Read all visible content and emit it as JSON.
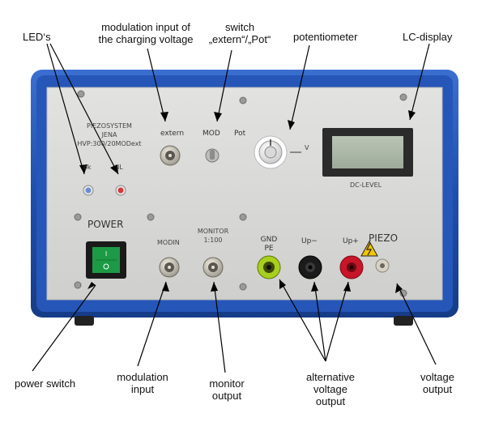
{
  "annotations": {
    "leds": "LED‘s",
    "modulation_charging_line1": "modulation input of",
    "modulation_charging_line2": "the charging voltage",
    "switch_line1": "switch",
    "switch_line2": "„extern“/„Pot“",
    "potentiometer": "potentiometer",
    "lc_display": "LC-display",
    "power_switch": "power switch",
    "modulation_input_line1": "modulation",
    "modulation_input_line2": "input",
    "monitor_output_line1": "monitor",
    "monitor_output_line2": "output",
    "alt_voltage_line1": "alternative",
    "alt_voltage_line2": "voltage",
    "alt_voltage_line3": "output",
    "voltage_output_line1": "voltage",
    "voltage_output_line2": "output"
  },
  "panel": {
    "brand_line1": "PIEZOSYSTEM",
    "brand_line2": "JENA",
    "brand_line3": "HVP:300/20MODext",
    "led_ok": "ok",
    "led_il": "IL",
    "extern": "extern",
    "mod": "MOD",
    "pot": "Pot",
    "v": "V",
    "dc_level": "DC-LEVEL",
    "power": "POWER",
    "modin": "MODIN",
    "monitor_line1": "MONITOR",
    "monitor_line2": "1:100",
    "gnd_line1": "GND",
    "gnd_line2": "PE",
    "up_minus": "Up−",
    "up_plus": "Up+",
    "piezo": "PIEZO"
  },
  "colors": {
    "case_blue": "#1f4fae",
    "panel_gray": "#d6d6d4",
    "power_switch_green": "#1c9a45",
    "socket_green": "#a8cf1e",
    "socket_black": "#1b1b1b",
    "socket_red": "#c8152a",
    "warning_yellow": "#f2c500"
  }
}
